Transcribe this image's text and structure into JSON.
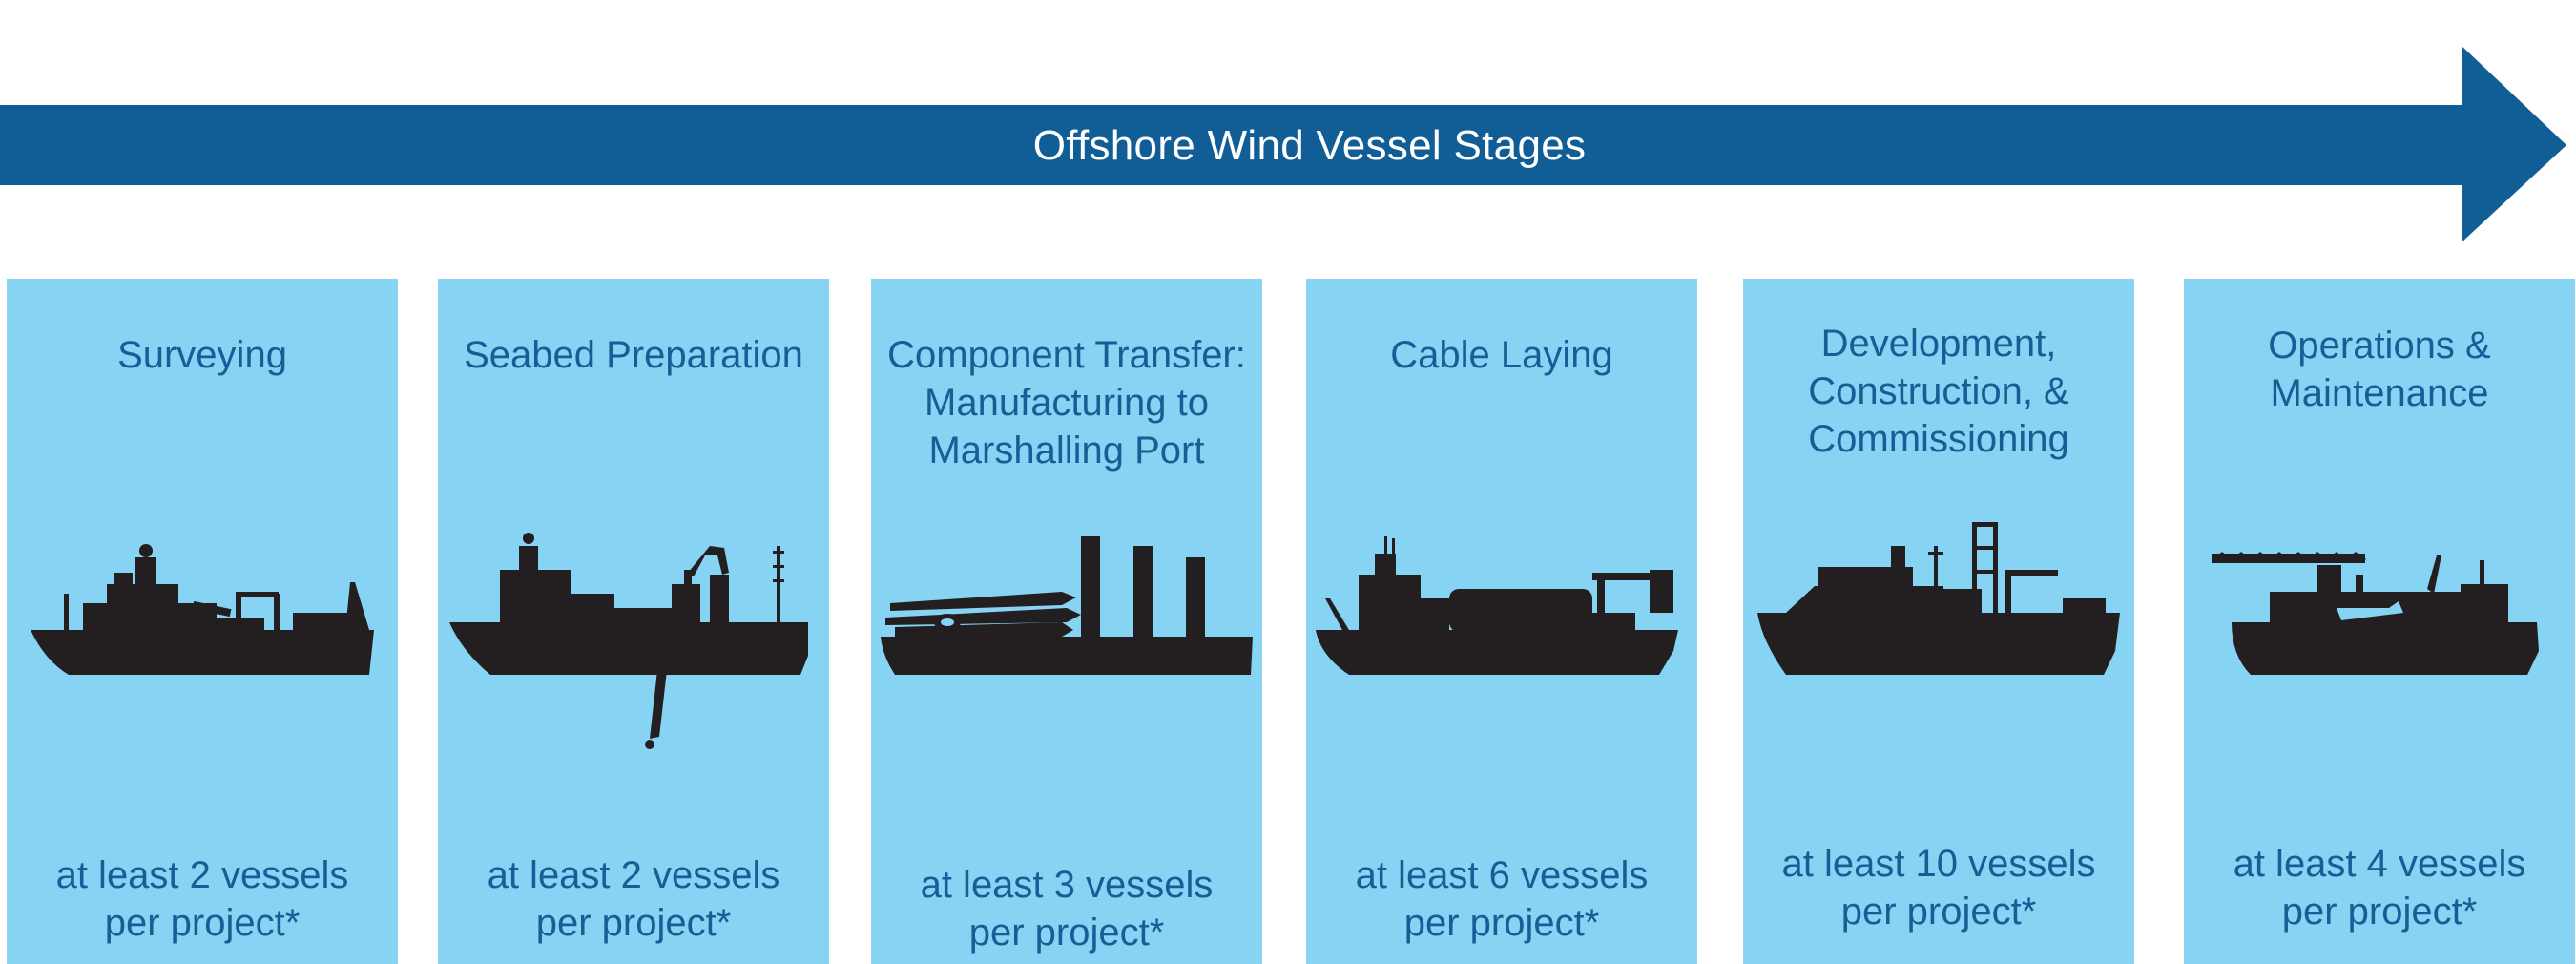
{
  "header": {
    "title": "Offshore Wind Vessel Stages",
    "arrow_color": "#115e97"
  },
  "colors": {
    "panel": "#87d3f3",
    "text": "#175d96",
    "ship": "#231f20"
  },
  "stages": [
    {
      "title": "Surveying",
      "count": "at least 2 vessels\nper project*",
      "icon": "survey-vessel-icon"
    },
    {
      "title": "Seabed Preparation",
      "count": "at least 2 vessels\nper project*",
      "icon": "dredging-vessel-icon"
    },
    {
      "title": "Component Transfer:\nManufacturing to\nMarshalling Port",
      "count": "at least 3 vessels\nper project*",
      "icon": "cargo-barge-icon"
    },
    {
      "title": "Cable Laying",
      "count": "at least 6 vessels\nper project*",
      "icon": "cable-laying-vessel-icon"
    },
    {
      "title": "Development,\nConstruction, &\nCommissioning",
      "count": "at least 10 vessels\nper project*",
      "icon": "jackup-vessel-icon"
    },
    {
      "title": "Operations &\nMaintenance",
      "count": "at least 4 vessels\nper project*",
      "icon": "service-vessel-icon"
    }
  ]
}
